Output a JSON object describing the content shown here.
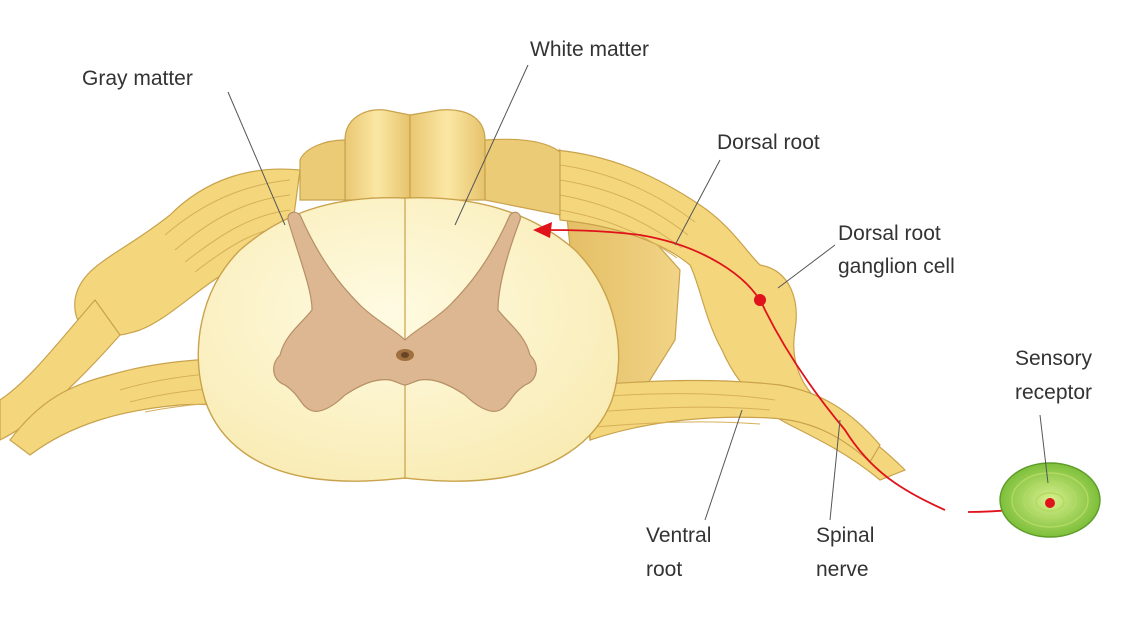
{
  "labels": {
    "gray_matter": "Gray matter",
    "white_matter": "White matter",
    "dorsal_root": "Dorsal root",
    "dorsal_root_ganglion_line1": "Dorsal root",
    "dorsal_root_ganglion_line2": "ganglion cell",
    "sensory_receptor_line1": "Sensory",
    "sensory_receptor_line2": "receptor",
    "ventral_root_line1": "Ventral",
    "ventral_root_line2": "root",
    "spinal_nerve_line1": "Spinal",
    "spinal_nerve_line2": "nerve"
  },
  "colors": {
    "white_matter": "#fdf5c4",
    "nerve_yellow": "#f4d77c",
    "gray_matter": "#dcb791",
    "signal_red": "#e0121c",
    "receptor_green": "#8cc63f"
  }
}
